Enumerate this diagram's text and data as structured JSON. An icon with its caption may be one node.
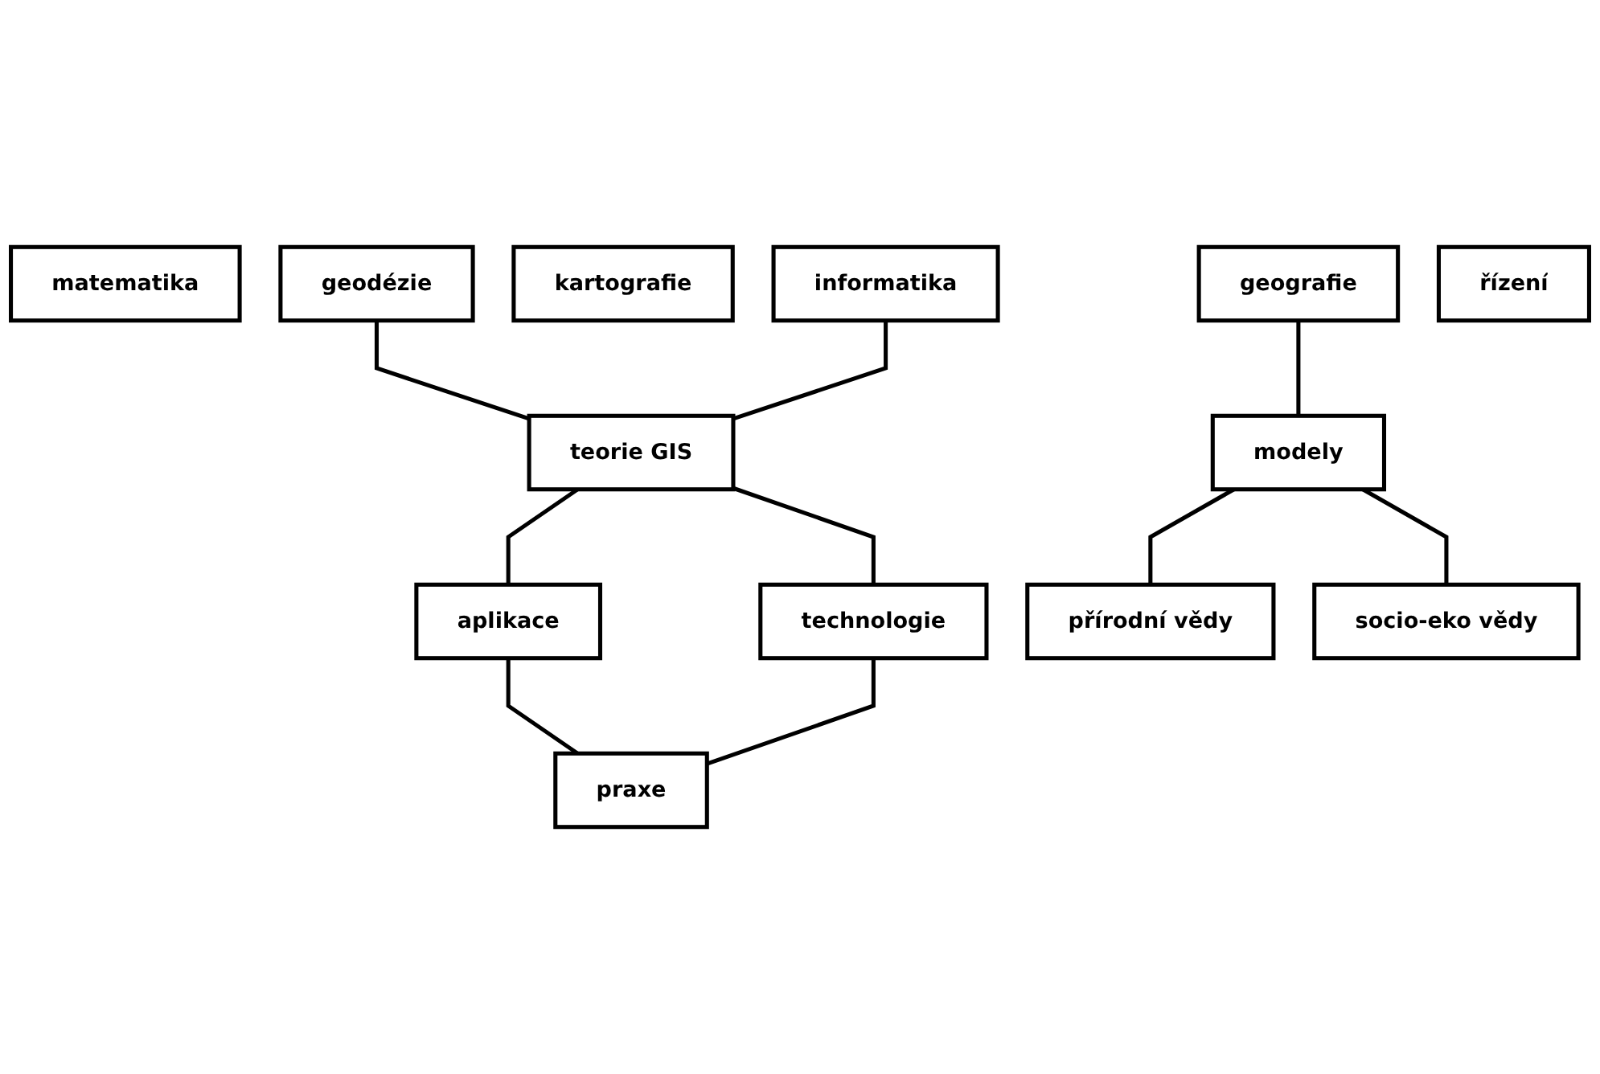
{
  "diagram": {
    "nodes": [
      {
        "text": [
          "matematika"
        ]
      },
      {
        "text": [
          "geografie"
        ]
      },
      {
        "text": [
          "kartografie"
        ]
      },
      {
        "text": [
          "geodézie"
        ]
      },
      {
        "text": [
          "informatika"
        ]
      },
      {
        "text": [
          "modely"
        ]
      },
      {
        "text": [
          "teorie GIS"
        ]
      },
      {
        "text": [
          "aplikace"
        ]
      },
      {
        "text": [
          "technologie"
        ]
      },
      {
        "text": [
          "přírodní vědy"
        ]
      },
      {
        "text": [
          "socio-eko vědy"
        ]
      },
      {
        "text": [
          "řízení"
        ]
      },
      {
        "text": [
          "praxe"
        ]
      }
    ],
    "edges": [
      {
        "from": 1,
        "to": 5,
        "arrow": "none"
      },
      {
        "from": 3,
        "to": 6,
        "arrow": "none"
      },
      {
        "from": 4,
        "to": 6,
        "arrow": "none"
      },
      {
        "from": 6,
        "to": 7,
        "arrow": "none"
      },
      {
        "from": 6,
        "to": 8,
        "arrow": "none"
      },
      {
        "from": 5,
        "to": 9,
        "arrow": "none"
      },
      {
        "from": 5,
        "to": 10,
        "arrow": "none"
      },
      {
        "from": 7,
        "to": 12,
        "arrow": "none"
      },
      {
        "from": 8,
        "to": 12,
        "arrow": "none"
      }
    ]
  }
}
